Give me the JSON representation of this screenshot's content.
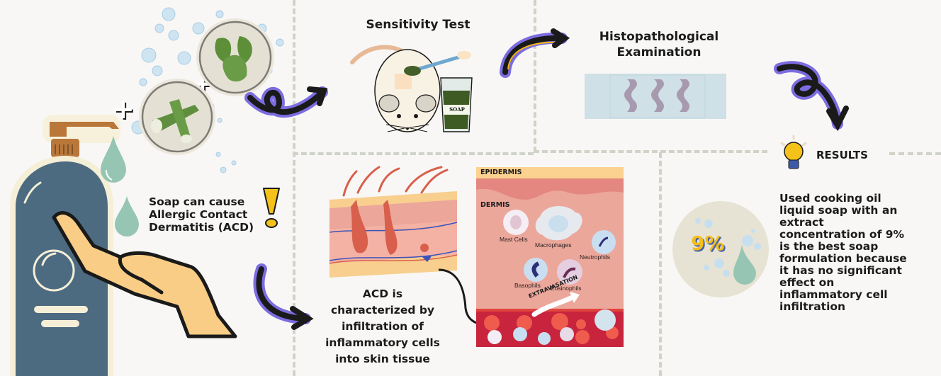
{
  "steps": {
    "sensitivity_test": {
      "title": "Sensitivity Test",
      "jar_label": "SOAP"
    },
    "histopathology": {
      "title_line1": "Histopathological",
      "title_line2": "Examination"
    },
    "results": {
      "heading": "RESULTS",
      "badge": "9%",
      "text_lines": [
        "Used cooking oil",
        "liquid soap with an",
        "extract",
        "concentration of 9%",
        "is the best soap",
        "formulation because",
        "it has no significant",
        "effect on",
        "inflammatory cell",
        "infiltration"
      ]
    }
  },
  "soap_warning": {
    "lines": [
      "Soap can cause",
      "Allergic Contact",
      "Dermatitis (ACD)"
    ],
    "icon": "exclamation-icon"
  },
  "acd_description": {
    "lines": [
      "ACD is",
      "characterized by",
      "infiltration of",
      "inflammatory cells",
      "into skin tissue"
    ]
  },
  "skin_panel": {
    "epidermis_label": "EPIDERMIS",
    "dermis_label": "DERMIS",
    "cells": [
      "Mast Cells",
      "Macrophages",
      "Neutrophils",
      "Basophils",
      "Eosinophils"
    ],
    "extravasation_label": "EXTRAVASATION"
  },
  "ingredients": [
    "aloe-vera",
    "betel-leaves"
  ],
  "colors": {
    "background": "#f8f7f5",
    "dashed_divider": "#cfd3c8",
    "arrow_outline": "#7b6ce0",
    "arrow_core": "#1a1a1a",
    "arrow_highlight": "#f5b915",
    "bottle": "#4d6b80",
    "hand": "#f9cd85",
    "epidermis_band": "#fbd28f",
    "dermis": "#eca79b",
    "blood_vessel": "#c8243d",
    "result_circle": "#e7e3d4",
    "badge_yellow": "#f4be1c",
    "badge_shadow": "#4863a8"
  }
}
